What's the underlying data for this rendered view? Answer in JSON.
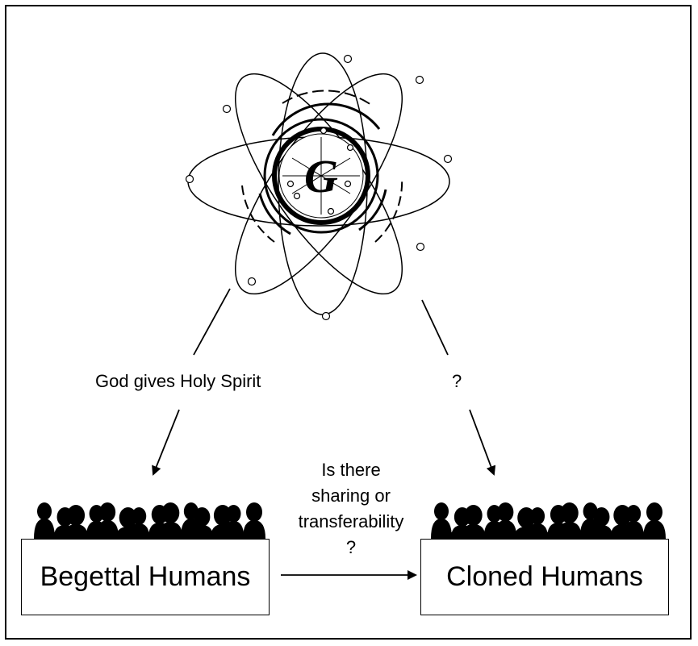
{
  "emblem": {
    "letter": "G"
  },
  "labels": {
    "god_gives": "God gives Holy Spirit",
    "unknown_source": "?",
    "sharing_line1": "Is there",
    "sharing_line2": "sharing or",
    "sharing_line3": "transferability",
    "sharing_line4": "?"
  },
  "boxes": {
    "begettal": "Begettal Humans",
    "cloned": "Cloned Humans"
  },
  "colors": {
    "ink": "#000000",
    "background": "#ffffff"
  }
}
